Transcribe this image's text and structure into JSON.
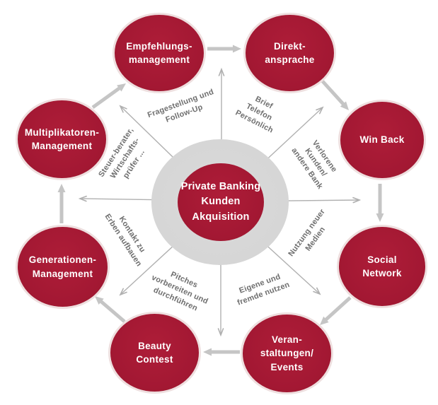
{
  "hub": {
    "label": "Private Banking\nKunden\nAkquisition"
  },
  "nodes": [
    {
      "id": "empfehlungsmanagement",
      "label": "Empfehlungs-\nmanagement"
    },
    {
      "id": "direktansprache",
      "label": "Direkt-\nansprache"
    },
    {
      "id": "win-back",
      "label": "Win Back"
    },
    {
      "id": "social-network",
      "label": "Social\nNetwork"
    },
    {
      "id": "veranstaltungen-events",
      "label": "Veran-\nstaltungen/\nEvents"
    },
    {
      "id": "beauty-contest",
      "label": "Beauty\nContest"
    },
    {
      "id": "generationen-management",
      "label": "Generationen-\nManagement"
    },
    {
      "id": "multiplikatoren-management",
      "label": "Multiplikatoren-\nManagement"
    }
  ],
  "connector_labels": [
    {
      "id": "fragestellung-follow-up",
      "label": "Fragestellung und\nFollow-Up"
    },
    {
      "id": "brief-telefon-persoenlich",
      "label": "Brief\nTelefon\nPersönlich"
    },
    {
      "id": "verlorene-kunden-andere-bank",
      "label": "Verlorene\nKunden/\nandere Bank"
    },
    {
      "id": "nutzung-neuer-medien",
      "label": "Nutzung neuer\nMedien"
    },
    {
      "id": "eigene-und-fremde-nutzen",
      "label": "Eigene und\nfremde nutzen"
    },
    {
      "id": "pitches-vorbereiten-und-durchfuehren",
      "label": "Pitches\nvorbereiten und\ndurchführen"
    },
    {
      "id": "kontakt-zu-erben-aufbauen",
      "label": "Kontakt zu\nErben aufbauen"
    },
    {
      "id": "steuerberater-wirtschaftspruefer",
      "label": "Steuer-berater,\nWirtschafts-\nprüfer ..."
    }
  ],
  "arrows": {
    "outer_ring_flow": [
      {
        "from": "multiplikatoren-management",
        "to": "empfehlungsmanagement"
      },
      {
        "from": "empfehlungsmanagement",
        "to": "direktansprache"
      },
      {
        "from": "direktansprache",
        "to": "win-back"
      },
      {
        "from": "win-back",
        "to": "social-network"
      },
      {
        "from": "social-network",
        "to": "veranstaltungen-events"
      },
      {
        "from": "veranstaltungen-events",
        "to": "beauty-contest"
      },
      {
        "from": "beauty-contest",
        "to": "generationen-management"
      },
      {
        "from": "generationen-management",
        "to": "multiplikatoren-management"
      }
    ],
    "radial": "8 thin arrows point outward from the central hub (N, NE, E, SE, S, SW, W, NW)"
  },
  "colors": {
    "node_fill": "#a31833",
    "node_ring": "#eedfdf",
    "node_text": "#ffffff",
    "hub_ring_gray": "#d6d6d6",
    "arrow_thick": "#c5c5c5",
    "arrow_thin": "#b0b0b0",
    "connector_text": "#6f6f6f",
    "background": "#ffffff"
  }
}
